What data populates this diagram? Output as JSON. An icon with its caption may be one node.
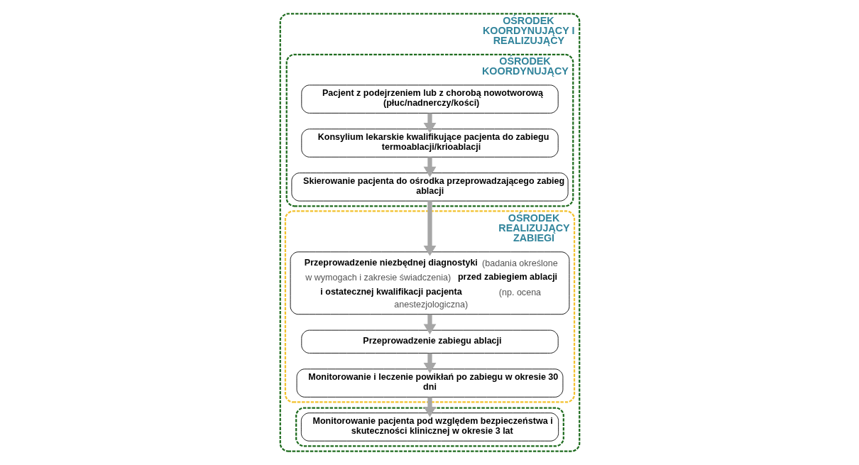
{
  "diagram": {
    "nodes": [
      {
        "text": [
          "OŚRODEK KOORDYNUJĄCY I REALIZUJĄCY"
        ]
      },
      {
        "text": [
          "OŚRODEK KOORDYNUJĄCY"
        ],
        "in": 0
      },
      {
        "text": [
          "Pacjent z podejrzeniem lub z chorobą nowotworową (płuc/nadnerczy/kości)"
        ],
        "in": 1
      },
      {
        "text": [
          "Konsylium lekarskie kwalifikujące pacjenta do zabiegu termoablacji/krioablacji"
        ],
        "in": 1
      },
      {
        "text": [
          "Skierowanie pacjenta do ośrodka przeprowadzającego zabieg ablacji"
        ],
        "in": 1
      },
      {
        "text": [
          "OŚRODEK REALIZUJĄCY ZABIEGI"
        ],
        "in": 0
      },
      {
        "text": [
          "**Przeprowadzenie niezbędnej diagnostyki** (badania określone w wymogach i zakresie świadczenia) **przed zabiegiem ablacji i ostatecznej kwalifikacji pacjenta** (np. ocena anestezjologiczna)"
        ],
        "in": 5
      },
      {
        "text": [
          "Przeprowadzenie zabiegu ablacji"
        ],
        "in": 5
      },
      {
        "text": [
          "Monitorowanie i leczenie powikłań po zabiegu w okresie 30 dni"
        ],
        "in": 5
      },
      {
        "text": [],
        "shape": "box",
        "in": 0
      },
      {
        "text": [
          "Monitorowanie pacjenta pod względem bezpieczeństwa i skuteczności klinicznej w okresie 3 lat"
        ],
        "in": 9
      }
    ],
    "edges": [
      {
        "from": 2,
        "to": 3,
        "arrow": "to"
      },
      {
        "from": 3,
        "to": 4,
        "arrow": "to"
      },
      {
        "from": 4,
        "to": 6,
        "arrow": "to"
      },
      {
        "from": 6,
        "to": 7,
        "arrow": "to"
      },
      {
        "from": 7,
        "to": 8,
        "arrow": "to"
      },
      {
        "from": 8,
        "to": 10,
        "arrow": "to"
      }
    ]
  }
}
